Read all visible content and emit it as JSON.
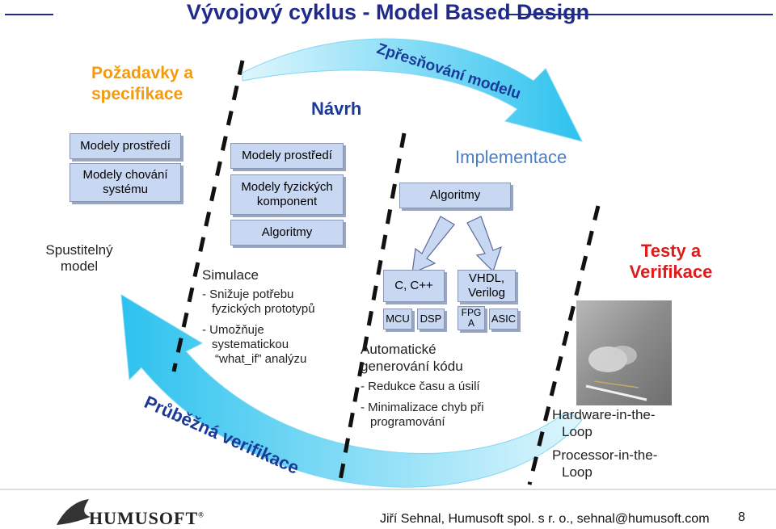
{
  "title": "Vývojový cyklus - Model Based Design",
  "requirements": [
    "Požadavky a",
    "specifikace"
  ],
  "arrows": {
    "top": "Zpřesňování modelu",
    "bottom": "Průběžná verifikace"
  },
  "phases": {
    "design": "Návrh",
    "implementation": "Implementace"
  },
  "left": {
    "env": "Modely prostředí",
    "behavior": [
      "Modely chování",
      "systému"
    ],
    "executable": [
      "Spustitelný",
      "model"
    ]
  },
  "design_col": {
    "env": "Modely prostředí",
    "physical": [
      "Modely fyzických",
      "komponent"
    ],
    "algorithms": "Algoritmy",
    "simulation_title": "Simulace",
    "bullet1": [
      "- Snižuje potřebu",
      "fyzických prototypů"
    ],
    "bullet2": [
      "- Umožňuje",
      "systematickou",
      "“what_if” analýzu"
    ]
  },
  "impl": {
    "algorithms": "Algoritmy",
    "c": "C, C++",
    "hdl": [
      "VHDL,",
      "Verilog"
    ],
    "mcu": "MCU",
    "dsp": "DSP",
    "fpga": [
      "FPG",
      "A"
    ],
    "asic": "ASIC",
    "auto": [
      "Automatické",
      "generování kódu"
    ],
    "bullet1": "- Redukce času a úsilí",
    "bullet2": [
      "- Minimalizace chyb při",
      "programování"
    ]
  },
  "testing": {
    "title": [
      "Testy a",
      "Verifikace"
    ],
    "hil": [
      "Hardware-in-the-",
      "Loop"
    ],
    "pil": [
      "Processor-in-the-",
      "Loop"
    ]
  },
  "footer": {
    "logo": "HUMUSOFT",
    "logo_mark": "®",
    "author": "Jiří Sehnal, Humusoft spol. s r. o., sehnal@humusoft.com",
    "page": "8"
  },
  "colors": {
    "title": "#1f2a8c",
    "arrow": "#2cc2ee",
    "orange": "#f29a10",
    "red": "#e01b1b",
    "box": "#c9d8f2"
  }
}
